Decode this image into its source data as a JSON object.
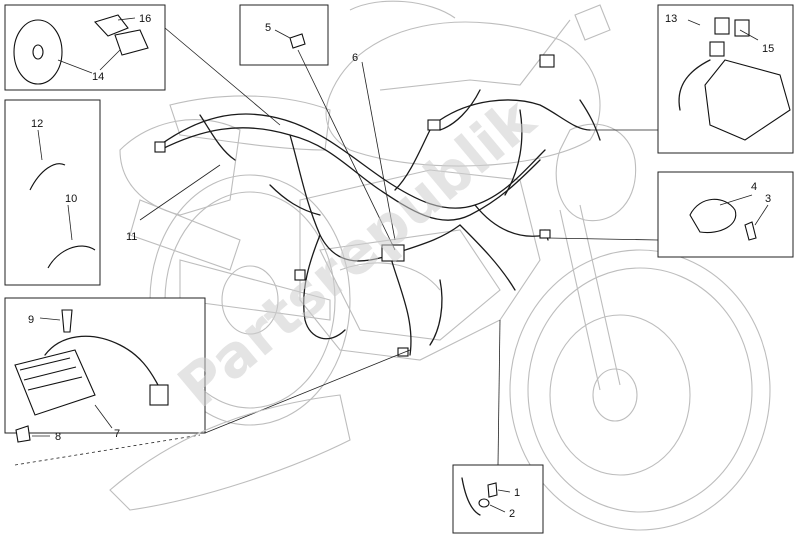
{
  "diagram": {
    "watermark": "Partsrepublik",
    "callouts": [
      {
        "id": "c1",
        "label": "1"
      },
      {
        "id": "c2",
        "label": "2"
      },
      {
        "id": "c3",
        "label": "3"
      },
      {
        "id": "c4",
        "label": "4"
      },
      {
        "id": "c5",
        "label": "5"
      },
      {
        "id": "c6",
        "label": "6"
      },
      {
        "id": "c7",
        "label": "7"
      },
      {
        "id": "c8",
        "label": "8"
      },
      {
        "id": "c9",
        "label": "9"
      },
      {
        "id": "c10",
        "label": "10"
      },
      {
        "id": "c11",
        "label": "11"
      },
      {
        "id": "c12",
        "label": "12"
      },
      {
        "id": "c13",
        "label": "13"
      },
      {
        "id": "c14",
        "label": "14"
      },
      {
        "id": "c15",
        "label": "15"
      },
      {
        "id": "c16",
        "label": "16"
      }
    ]
  }
}
